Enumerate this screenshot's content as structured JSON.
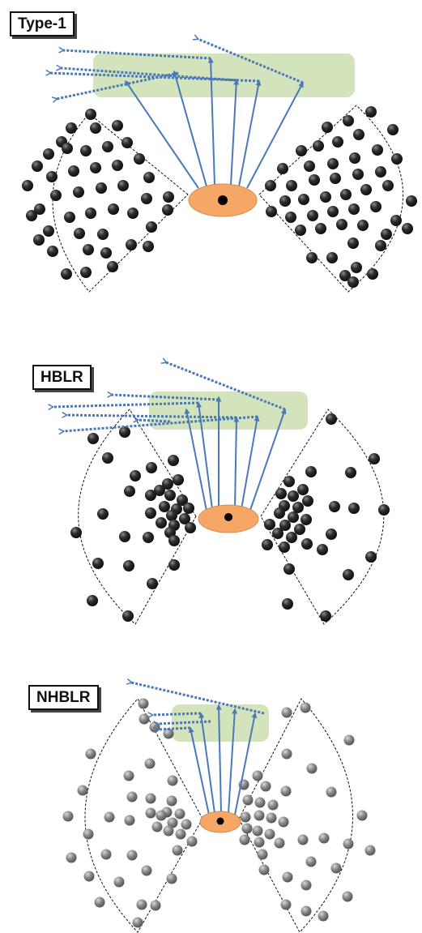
{
  "panels": [
    {
      "label": "Type-1"
    },
    {
      "label": "HBLR"
    },
    {
      "label": "NHBLR"
    }
  ],
  "colors": {
    "arrow": "#4a78b8",
    "band": "#d3e4bd",
    "eye": "#f6a766",
    "particle_dark": "#222222",
    "particle_light": "#777777",
    "outline": "#111111"
  }
}
